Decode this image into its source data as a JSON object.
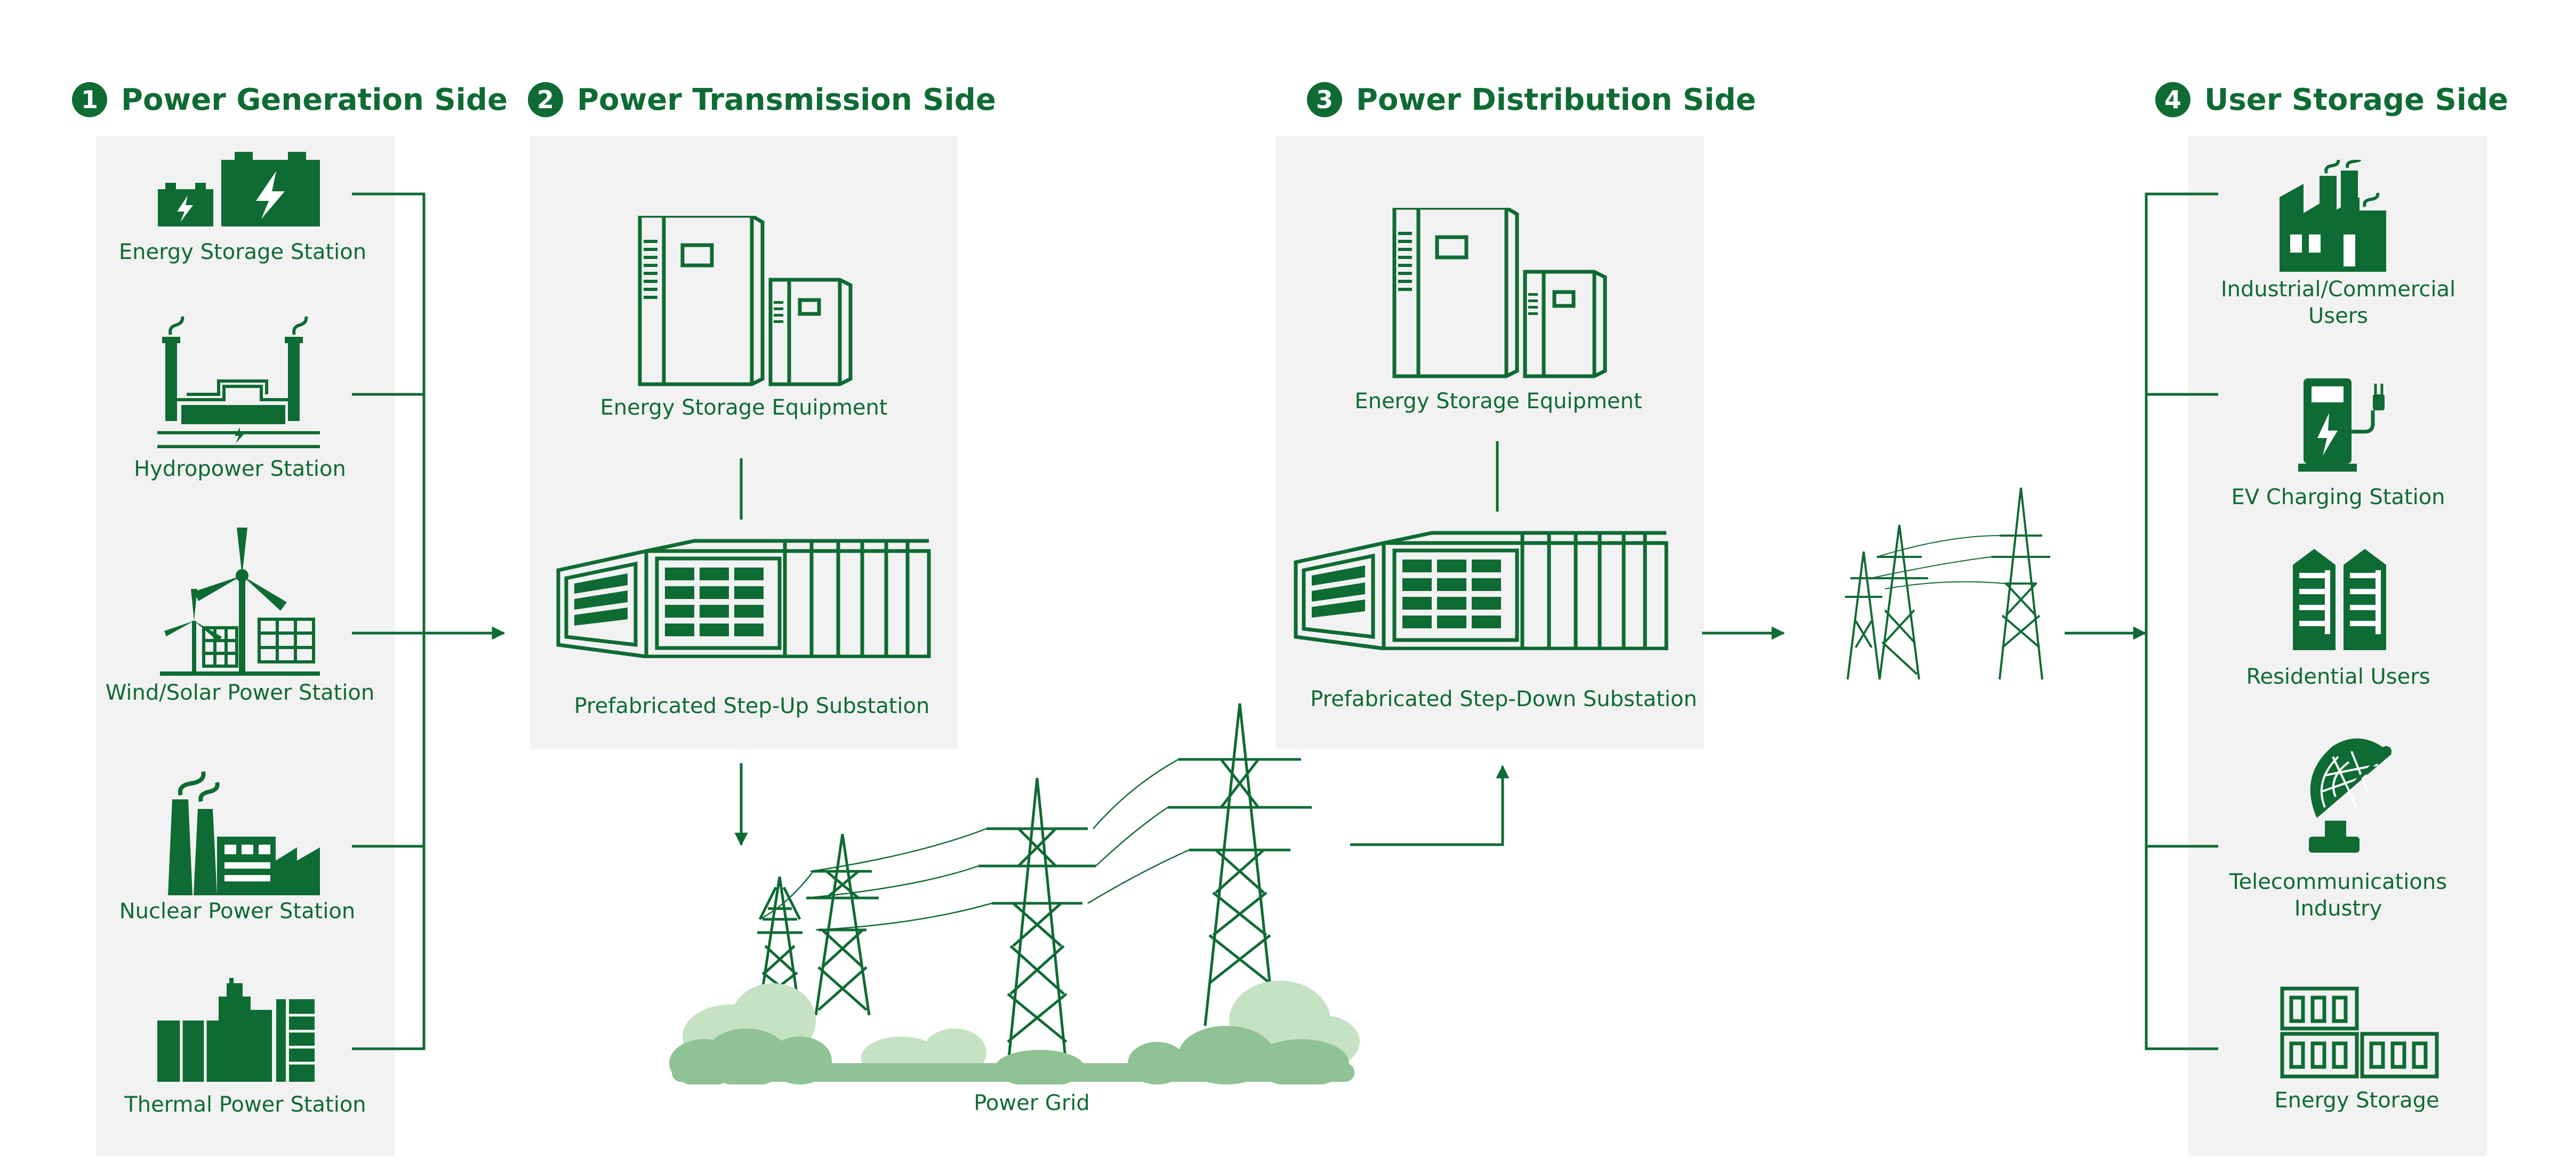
{
  "colors": {
    "primary": "#0e6b33",
    "panel": "#f2f2f2",
    "light_green": "#c5e2c3",
    "mid_green": "#8fc294"
  },
  "sections": [
    {
      "number": "1",
      "title": "Power Generation Side"
    },
    {
      "number": "2",
      "title": "Power Transmission Side"
    },
    {
      "number": "3",
      "title": "Power Distribution Side"
    },
    {
      "number": "4",
      "title": "User Storage Side"
    }
  ],
  "generation": [
    {
      "label": "Energy Storage Station",
      "icon": "battery-icon"
    },
    {
      "label": "Hydropower Station",
      "icon": "hydropower-icon"
    },
    {
      "label": "Wind/Solar Power Station",
      "icon": "wind-solar-icon"
    },
    {
      "label": "Nuclear Power Station",
      "icon": "nuclear-plant-icon"
    },
    {
      "label": "Thermal Power Station",
      "icon": "thermal-plant-icon"
    }
  ],
  "transmission": {
    "equipment_label": "Energy Storage Equipment",
    "substation_label": "Prefabricated Step-Up Substation"
  },
  "grid_label": "Power Grid",
  "distribution": {
    "equipment_label": "Energy Storage Equipment",
    "substation_label": "Prefabricated Step-Down Substation"
  },
  "users": [
    {
      "label": "Industrial/Commercial Users",
      "icon": "factory-icon"
    },
    {
      "label": "EV Charging Station",
      "icon": "ev-charger-icon"
    },
    {
      "label": "Residential Users",
      "icon": "residential-icon"
    },
    {
      "label": "Telecommunications Industry",
      "icon": "satellite-dish-icon"
    },
    {
      "label": "Energy Storage",
      "icon": "storage-container-icon"
    }
  ]
}
